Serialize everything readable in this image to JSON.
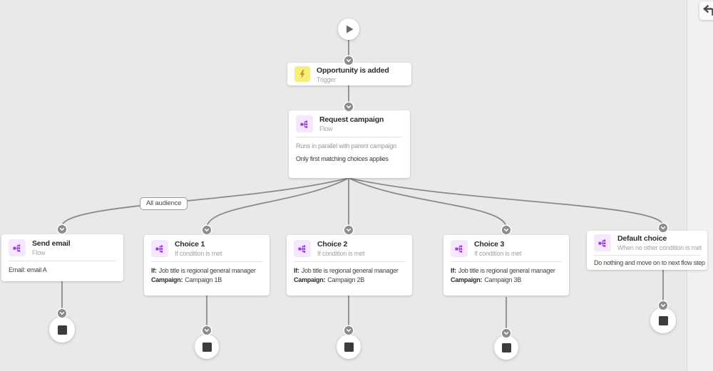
{
  "canvas": {
    "background": "#e9e9e9",
    "edge_color": "#8a8a8a"
  },
  "toolbar": {
    "undo_button": {
      "icon": "undo-arrow-icon"
    }
  },
  "edge_label": {
    "text": "All audience"
  },
  "start_node": {
    "icon": "play-icon"
  },
  "nodes": {
    "trigger": {
      "title": "Opportunity is added",
      "subtitle": "Trigger",
      "icon": "lightning-icon",
      "icon_bg": "#F8EE79",
      "icon_fg": "#C19A20"
    },
    "campaign": {
      "title": "Request campaign",
      "subtitle": "Flow",
      "icon": "flow-branch-icon",
      "icon_bg": "#F5E8FE",
      "icon_fg": "#9B3DE3",
      "note_muted": "Runs in parallel with parent campaign",
      "note_strong": "Only first matching choices applies"
    }
  },
  "branches": [
    {
      "title": "Send email",
      "subtitle": "Flow",
      "lines": [
        {
          "label": "",
          "value": "Email: email A"
        }
      ]
    },
    {
      "title": "Choice 1",
      "subtitle": "If condition is met",
      "lines": [
        {
          "label": "If:",
          "value": "Job title is regional general manager"
        },
        {
          "label": "Campaign:",
          "value": "Campaign 1B"
        }
      ]
    },
    {
      "title": "Choice 2",
      "subtitle": "If condition is met",
      "lines": [
        {
          "label": "If:",
          "value": "Job title is regional general manager"
        },
        {
          "label": "Campaign:",
          "value": "Campaign 2B"
        }
      ]
    },
    {
      "title": "Choice 3",
      "subtitle": "If condition is met",
      "lines": [
        {
          "label": "If:",
          "value": "Job title is regional general manager"
        },
        {
          "label": "Campaign:",
          "value": "Campaign 3B"
        }
      ]
    },
    {
      "title": "Default choice",
      "subtitle": "When no other condition is met",
      "lines": [
        {
          "label": "",
          "value": "Do nothing and move on to next flow step"
        }
      ]
    }
  ],
  "end_nodes": {
    "icon": "stop-icon",
    "count": 5
  }
}
